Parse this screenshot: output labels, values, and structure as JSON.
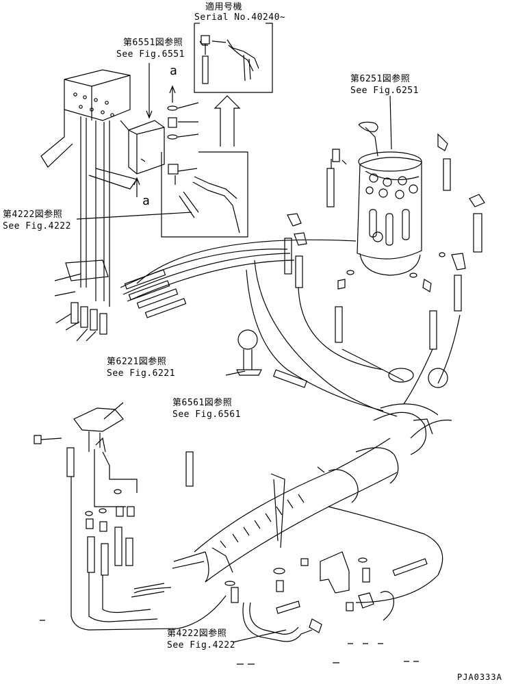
{
  "serial_box": {
    "title": "適用号機",
    "serial": "Serial No.40240~"
  },
  "refs": {
    "fig6551": {
      "jp": "第6551図参照",
      "en": "See Fig.6551"
    },
    "fig6251": {
      "jp": "第6251図参照",
      "en": "See Fig.6251"
    },
    "fig4222_top": {
      "jp": "第4222図参照",
      "en": "See Fig.4222"
    },
    "fig6221": {
      "jp": "第6221図参照",
      "en": "See Fig.6221"
    },
    "fig6561": {
      "jp": "第6561図参照",
      "en": "See Fig.6561"
    },
    "fig4222_bottom": {
      "jp": "第4222図参照",
      "en": "See Fig.4222"
    }
  },
  "markers": {
    "a_top": "a",
    "a_bottom": "a"
  },
  "drawing_code": "PJA0333A"
}
